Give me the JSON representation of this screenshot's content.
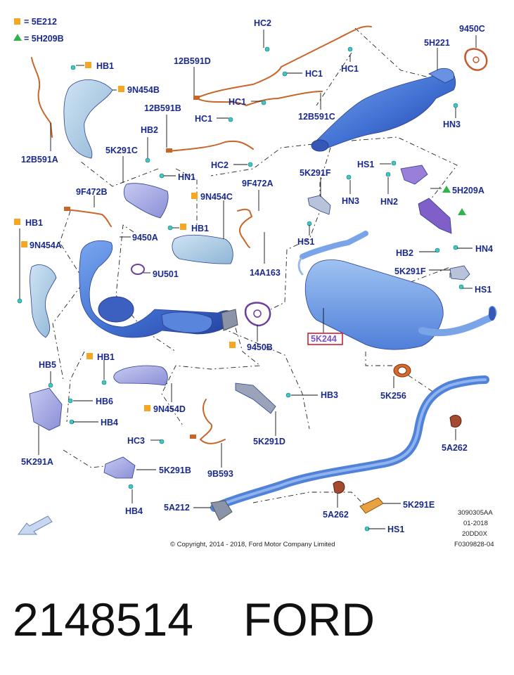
{
  "legend": [
    {
      "symbol": "square",
      "color": "#f5a623",
      "text": "= 5E212"
    },
    {
      "symbol": "triangle",
      "color": "#2fb34a",
      "text": "= 5H209B"
    }
  ],
  "colors": {
    "label": "#1a2a8c",
    "square_marker": "#f5a623",
    "triangle_marker": "#2fb34a",
    "highlight": "#d4202f",
    "part_fill": "#4f7fd9"
  },
  "labels": {
    "hc2_top": "HC2",
    "hc1_top": "HC1",
    "c9450C": "9450C",
    "c5H221": "5H221",
    "hb1_a": "HB1",
    "c12B591D": "12B591D",
    "hc1_mid": "HC1",
    "n9N454B": "9N454B",
    "hc1_b": "HC1",
    "c12B591B": "12B591B",
    "hc1_c": "HC1",
    "c12B591C": "12B591C",
    "hn3_a": "HN3",
    "hb2_a": "HB2",
    "c12B591A": "12B591A",
    "c5K291C": "5K291C",
    "hc2_b": "HC2",
    "hs1_a": "HS1",
    "c5K291F_a": "5K291F",
    "hn1": "HN1",
    "c9F472B": "9F472B",
    "c9F472A": "9F472A",
    "n9N454C": "9N454C",
    "hn3_b": "HN3",
    "hn2": "HN2",
    "c5H209A": "5H209A",
    "hb1_b": "HB1",
    "n9N454A": "9N454A",
    "c9450A": "9450A",
    "hb1_c": "HB1",
    "hs1_b": "HS1",
    "hb2_b": "HB2",
    "hn4": "HN4",
    "c9U501": "9U501",
    "c14A163": "14A163",
    "c5K291F_b": "5K291F",
    "hs1_c": "HS1",
    "c9450B": "9450B",
    "c5K244": "5K244",
    "hb5": "HB5",
    "hb1_d": "HB1",
    "hb6": "HB6",
    "c5K256": "5K256",
    "hb3": "HB3",
    "n9N454D": "9N454D",
    "hb4_a": "HB4",
    "hc3": "HC3",
    "c5A262_a": "5A262",
    "c5K291A": "5K291A",
    "c5K291D": "5K291D",
    "c5K291B": "5K291B",
    "c9B593": "9B593",
    "hb4_b": "HB4",
    "c5A212": "5A212",
    "c5A262_b": "5A262",
    "c5K291E": "5K291E",
    "hs1_d": "HS1"
  },
  "meta": {
    "code1": "3090305AA",
    "date": "01-2018",
    "code2": "20DD0X",
    "code3": "F0309828-04",
    "copyright": "© Copyright, 2014 - 2018, Ford Motor Company Limited"
  },
  "footer": {
    "part_number": "2148514",
    "brand": "FORD"
  },
  "icons": {
    "direction_arrow": "front-direction-arrow-icon"
  }
}
